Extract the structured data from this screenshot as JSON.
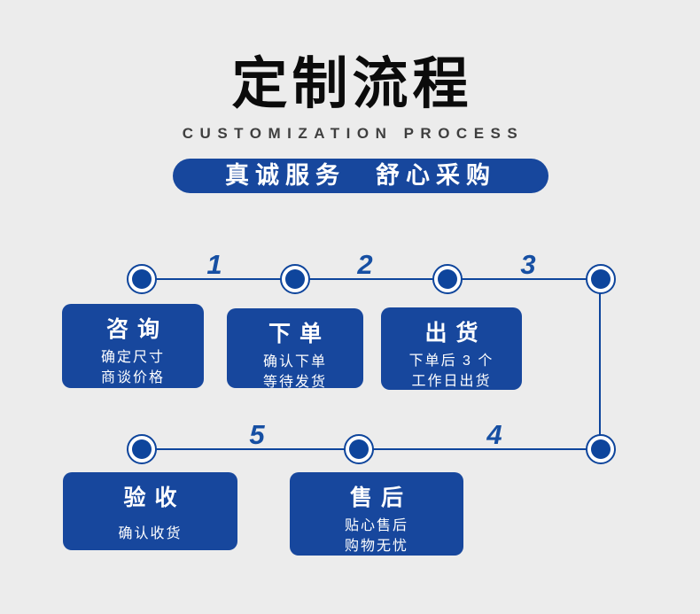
{
  "colors": {
    "background": "#ececec",
    "primary_blue": "#17479d",
    "line_blue": "#0e459c",
    "number_blue": "#164fa3",
    "title_text": "#0b0b0b",
    "subtitle_text": "#3f3f3f",
    "card_text": "#ffffff"
  },
  "header": {
    "title": "定制流程",
    "subtitle": "CUSTOMIZATION PROCESS",
    "banner": "真诚服务　舒心采购"
  },
  "flow": {
    "steps": [
      {
        "num": "1",
        "title": "咨询",
        "lines": [
          "确定尺寸",
          "商谈价格"
        ]
      },
      {
        "num": "2",
        "title": "下单",
        "lines": [
          "确认下单",
          "等待发货"
        ]
      },
      {
        "num": "3",
        "title": "出货",
        "lines": [
          "下单后 3 个",
          "工作日出货"
        ]
      },
      {
        "num": "4",
        "title": "售后",
        "lines": [
          "贴心售后",
          "购物无忧"
        ]
      },
      {
        "num": "5",
        "title": "验收",
        "lines": [
          "确认收货"
        ]
      }
    ]
  }
}
